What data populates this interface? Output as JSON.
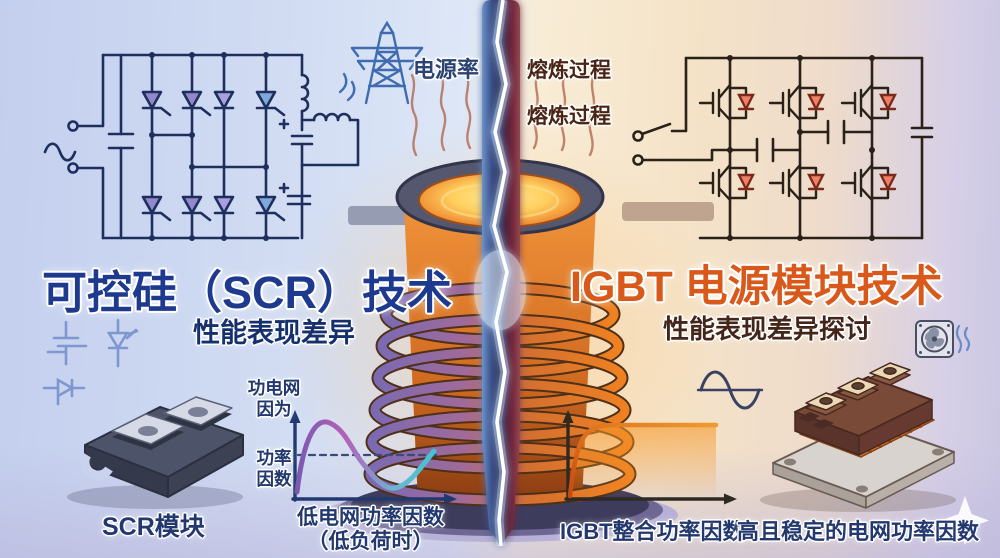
{
  "left_panel": {
    "title": "可控硅（SCR）技术",
    "subtitle": "性能表现差异",
    "module_label": "SCR模块",
    "chart": {
      "type": "line",
      "y_label_top_line1": "功电网",
      "y_label_top_line2": "因为",
      "y_label_mid_line1": "功率",
      "y_label_mid_line2": "因数",
      "x_label_line1": "低电网功率因数",
      "x_label_line2": "（低负荷时）",
      "description": "oscillating power-factor wave crossing a dashed reference line"
    }
  },
  "center": {
    "grid_label": "电源率",
    "process_label_top": "熔炼过程",
    "process_label_bottom": "熔炼过程"
  },
  "right_panel": {
    "title": "IGBT 电源模块技术",
    "subtitle": "性能表现差异探讨",
    "chart": {
      "type": "line",
      "x_label": "IGBT整合功率因数",
      "description": "power-factor curve rising quickly then holding flat at a high level"
    },
    "module_caption": "高且稳定的电网功率因数"
  },
  "colors": {
    "left_title": "#1d3a8e",
    "left_subtitle": "#16306e",
    "right_title": "#d8591a",
    "right_subtitle": "#43251a",
    "navy_text": "#22386e",
    "maroon_text": "#4a2414",
    "coil_purple": "#7b6ab2",
    "coil_orange": "#ef8121",
    "molten_yellow": "#ffe27a",
    "divider_blue": "#4a7ab8",
    "divider_maroon": "#77283c"
  }
}
